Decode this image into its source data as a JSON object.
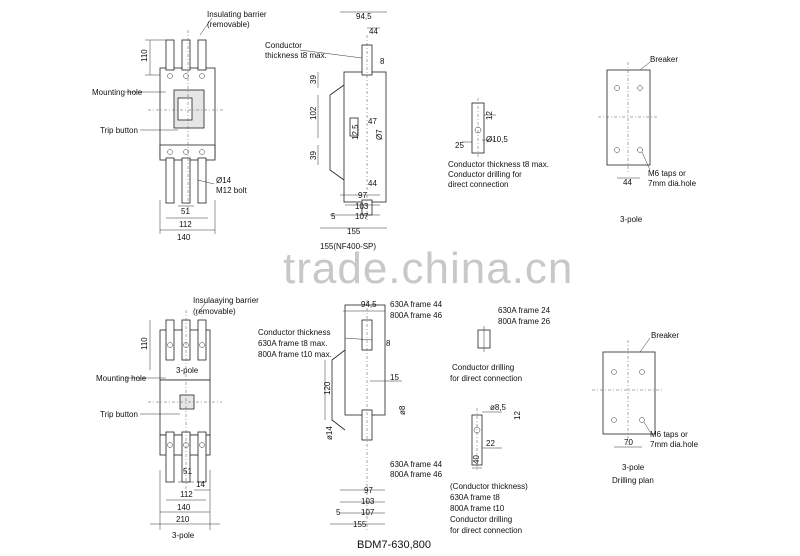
{
  "watermark": "trade.china.cn",
  "top": {
    "front": {
      "insulating_barrier": "Insulating barrier",
      "removable": "(removable)",
      "mounting_hole": "Mounting hole",
      "trip_button": "Trip button",
      "d110": "110",
      "o14": "Ø14",
      "m12": "M12 bolt",
      "d51": "51",
      "d112": "112",
      "d140": "140"
    },
    "side": {
      "d94_5": "94,5",
      "d44": "44",
      "d8": "8",
      "conductor": "Conductor",
      "thickness": "thickness t8 max.",
      "d39a": "39",
      "d102": "102",
      "d39b": "39",
      "d47": "47",
      "d12_5": "12,5",
      "o7": "Ø7",
      "d44b": "44",
      "d97": "97",
      "d103": "103",
      "d107": "107",
      "d5": "5",
      "d155": "155",
      "caption": "155(NF400-SP)"
    },
    "terminal": {
      "d12": "12",
      "d25": "25",
      "o10_5": "Ø10,5",
      "note1": "Conductor thickness t8 max.",
      "note2": "Conductor drilling for",
      "note3": "direct connection"
    },
    "drilling": {
      "breaker": "Breaker",
      "d44": "44",
      "m6": "M6 taps or",
      "hole": "7mm dia.hole",
      "pole": "3-pole"
    }
  },
  "bottom": {
    "front": {
      "insulating_barrier": "Insulaaying barrier",
      "removable": "(removable)",
      "mounting_hole": "Mounting hole",
      "trip_button": "Trip button",
      "d110": "110",
      "d51": "51",
      "d14": "14",
      "d112": "112",
      "d140": "140",
      "d210": "210",
      "pole_top": "3-pole",
      "pole_bottom": "3-pole"
    },
    "side": {
      "d94_5": "94,5",
      "f630_44": "630A frame 44",
      "f800_46": "800A frame 46",
      "ct": "Conductor thickness",
      "ct630": "630A frame t8 max.",
      "ct800": "800A frame t10 max.",
      "d8": "8",
      "d120": "120",
      "d15": "15",
      "o14": "ø14",
      "o8": "ø8",
      "f630_44b": "630A frame 44",
      "f800_46b": "800A frame 46",
      "d97": "97",
      "d103": "103",
      "d107": "107",
      "d5": "5",
      "d155": "155",
      "model": "BDM7-630,800"
    },
    "terminal": {
      "f630_24": "630A frame 24",
      "f800_26": "800A frame 26",
      "drill1": "Conductor drilling",
      "drill2": "for direct connection",
      "o8_5": "ø8,5",
      "d12": "12",
      "d22": "22",
      "d40": "40",
      "ct_head": "(Conductor thickness)",
      "ct630": "630A frame t8",
      "ct800": "800A frame t10",
      "cd1": "Conductor drilling",
      "cd2": "for direct connection"
    },
    "drilling": {
      "breaker": "Breaker",
      "d70": "70",
      "m6": "M6 taps or",
      "hole": "7mm dia.hole",
      "pole": "3-pole",
      "plan": "Drilling plan"
    }
  }
}
